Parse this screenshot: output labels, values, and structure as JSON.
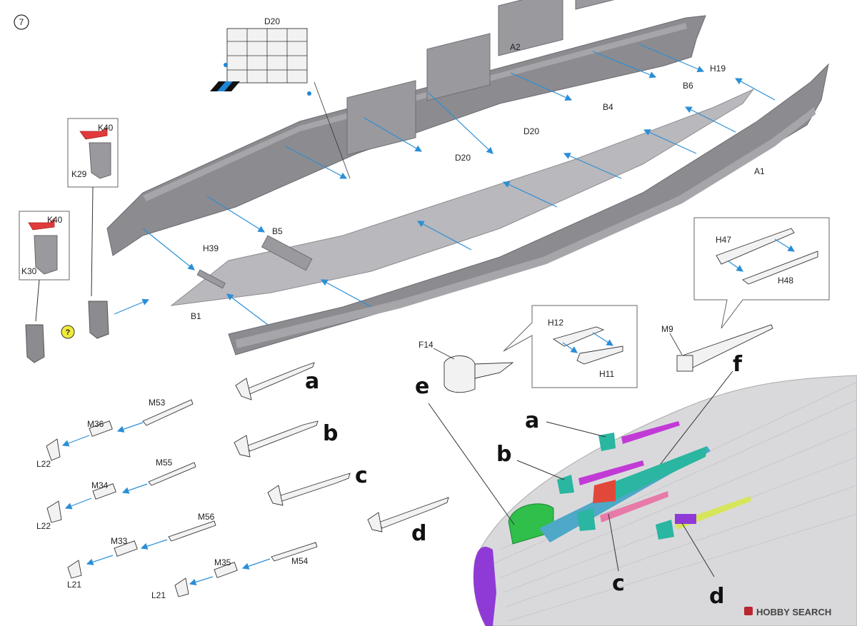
{
  "step": {
    "number": "⑦"
  },
  "labels": {
    "A1": "A1",
    "A2": "A2",
    "B1": "B1",
    "B4": "B4",
    "B5": "B5",
    "B6": "B6",
    "D20_top": "D20",
    "D20_a": "D20",
    "D20_b": "D20",
    "H19": "H19",
    "H39": "H39",
    "K40_a": "K40",
    "K29": "K29",
    "K40_b": "K40",
    "K30": "K30",
    "question": "?",
    "F14": "F14",
    "H12": "H12",
    "H11": "H11",
    "H47": "H47",
    "H48": "H48",
    "M9": "M9",
    "M53": "M53",
    "M36": "M36",
    "L22_a": "L22",
    "M55": "M55",
    "M34": "M34",
    "L22_b": "L22",
    "M56": "M56",
    "M33": "M33",
    "L21_a": "L21",
    "M35": "M35",
    "M54": "M54",
    "L21_b": "L21"
  },
  "letters": {
    "a": "a",
    "b": "b",
    "c": "c",
    "d": "d",
    "a2": "a",
    "b2": "b",
    "c2": "c",
    "d2": "d",
    "e": "e",
    "f": "f"
  },
  "watermark": {
    "text": "HOBBY SEARCH"
  },
  "colors": {
    "hull": "#8c8b90",
    "arrow": "#2b8fd6",
    "green": "#2fbf4a",
    "magenta": "#c23ad6",
    "purple": "#8f3ad6",
    "teal": "#2ab6a0",
    "red": "#e2483a",
    "yellow": "#d7e55a",
    "blue_stripe": "#1f86d6"
  }
}
